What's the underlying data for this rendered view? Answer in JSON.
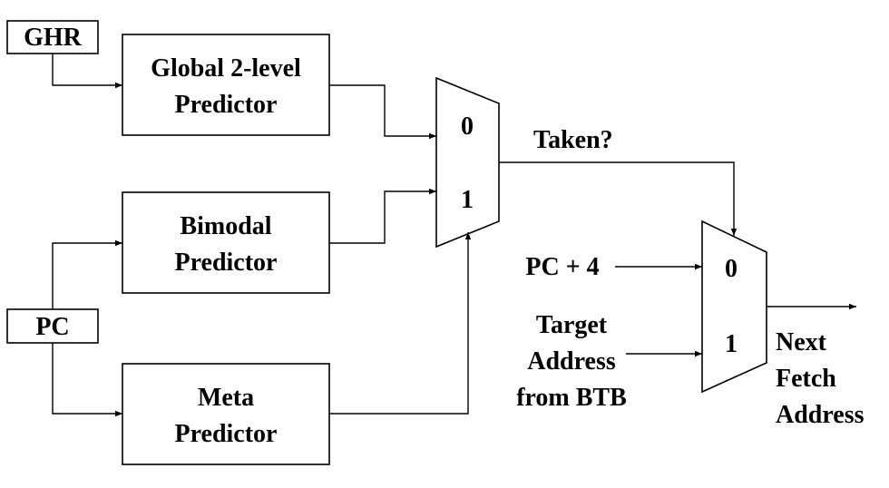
{
  "inputs": {
    "ghr": "GHR",
    "pc": "PC"
  },
  "predictors": {
    "global": {
      "line1": "Global 2-level",
      "line2": "Predictor"
    },
    "bimodal": {
      "line1": "Bimodal",
      "line2": "Predictor"
    },
    "meta": {
      "line1": "Meta",
      "line2": "Predictor"
    }
  },
  "mux1": {
    "in0": "0",
    "in1": "1",
    "output_label": "Taken?"
  },
  "mux2": {
    "in0": "0",
    "in1": "1",
    "in0_source": "PC + 4",
    "in1_source": {
      "line1": "Target",
      "line2": "Address",
      "line3": "from BTB"
    }
  },
  "output": {
    "line1": "Next",
    "line2": "Fetch",
    "line3": "Address"
  }
}
